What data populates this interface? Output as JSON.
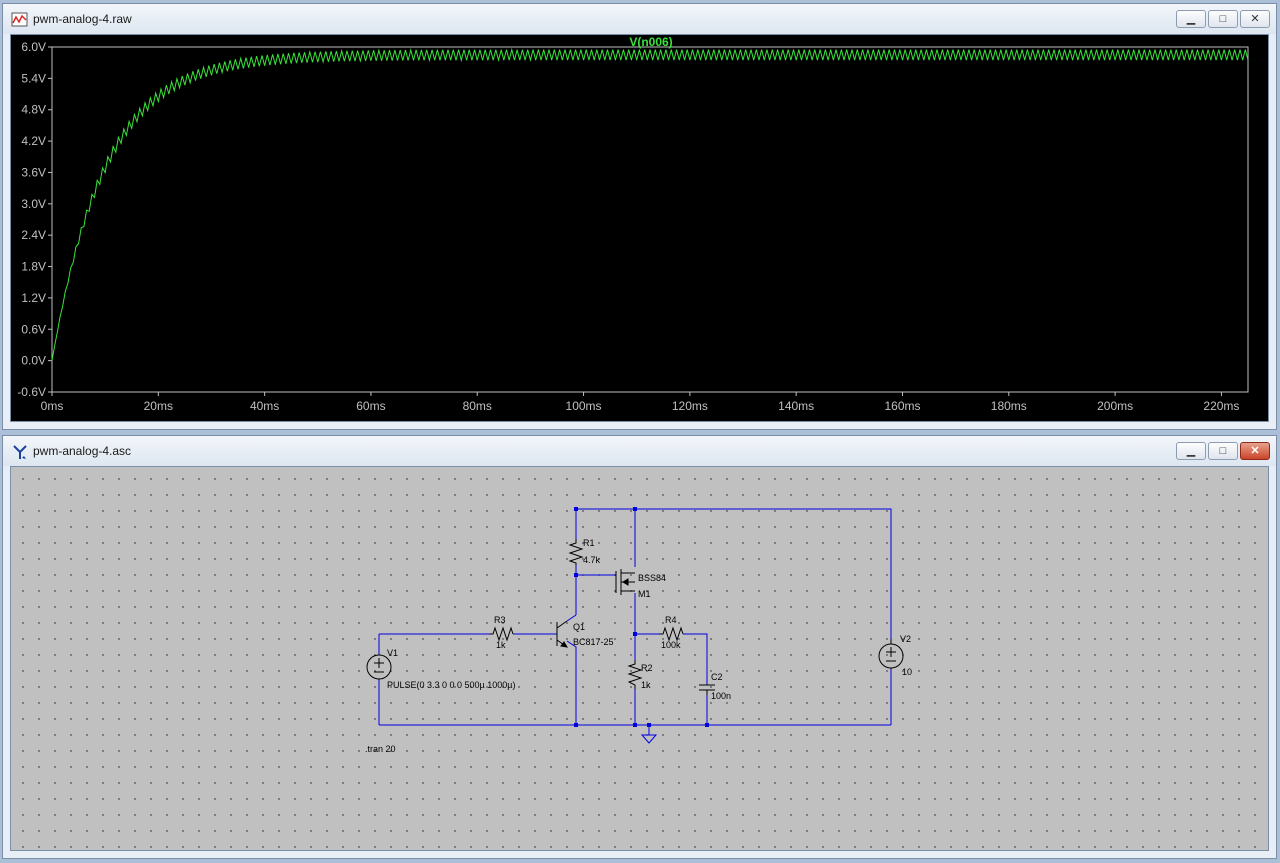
{
  "waveform_window": {
    "title": "pwm-analog-4.raw",
    "trace_name": "V(n006)",
    "trace_color": "#39e339",
    "axis_color": "#c0c0c0",
    "chart_data": {
      "type": "line",
      "ylim": [
        -0.6,
        6.0
      ],
      "xlim": [
        0,
        225
      ],
      "y_ticks": [
        "6.0V",
        "5.4V",
        "4.8V",
        "4.2V",
        "3.6V",
        "3.0V",
        "2.4V",
        "1.8V",
        "1.2V",
        "0.6V",
        "0.0V",
        "-0.6V"
      ],
      "y_tick_values": [
        6.0,
        5.4,
        4.8,
        4.2,
        3.6,
        3.0,
        2.4,
        1.8,
        1.2,
        0.6,
        0.0,
        -0.6
      ],
      "x_ticks": [
        "0ms",
        "20ms",
        "40ms",
        "60ms",
        "80ms",
        "100ms",
        "120ms",
        "140ms",
        "160ms",
        "180ms",
        "200ms",
        "220ms"
      ],
      "x_tick_values": [
        0,
        20,
        40,
        60,
        80,
        100,
        120,
        140,
        160,
        180,
        200,
        220
      ],
      "series": [
        {
          "name": "V(n006)",
          "steady_state_v": 5.85,
          "time_constant_ms": 10,
          "ripple_v": 0.2,
          "pwm_period_ms": 1,
          "t_end_ms": 225
        }
      ]
    },
    "buttons": {
      "minimize": "▁",
      "maximize": "□",
      "close": "✕"
    }
  },
  "schematic_window": {
    "title": "pwm-analog-4.asc",
    "wire_color": "#0000e0",
    "buttons": {
      "minimize": "▁",
      "maximize": "□",
      "close": "✕"
    },
    "components": {
      "r1": {
        "ref": "R1",
        "value": "4.7k"
      },
      "r2": {
        "ref": "R2",
        "value": "1k"
      },
      "r3": {
        "ref": "R3",
        "value": "1k"
      },
      "r4": {
        "ref": "R4",
        "value": "100k"
      },
      "c2": {
        "ref": "C2",
        "value": "100n"
      },
      "q1": {
        "ref": "Q1",
        "value": "BC817-25"
      },
      "m1": {
        "ref": "M1",
        "value": "BSS84"
      },
      "v1": {
        "ref": "V1",
        "value": "PULSE(0 3.3 0 0 0 500µ 1000µ)"
      },
      "v2": {
        "ref": "V2",
        "value": "10"
      }
    },
    "directive": ".tran 20"
  }
}
